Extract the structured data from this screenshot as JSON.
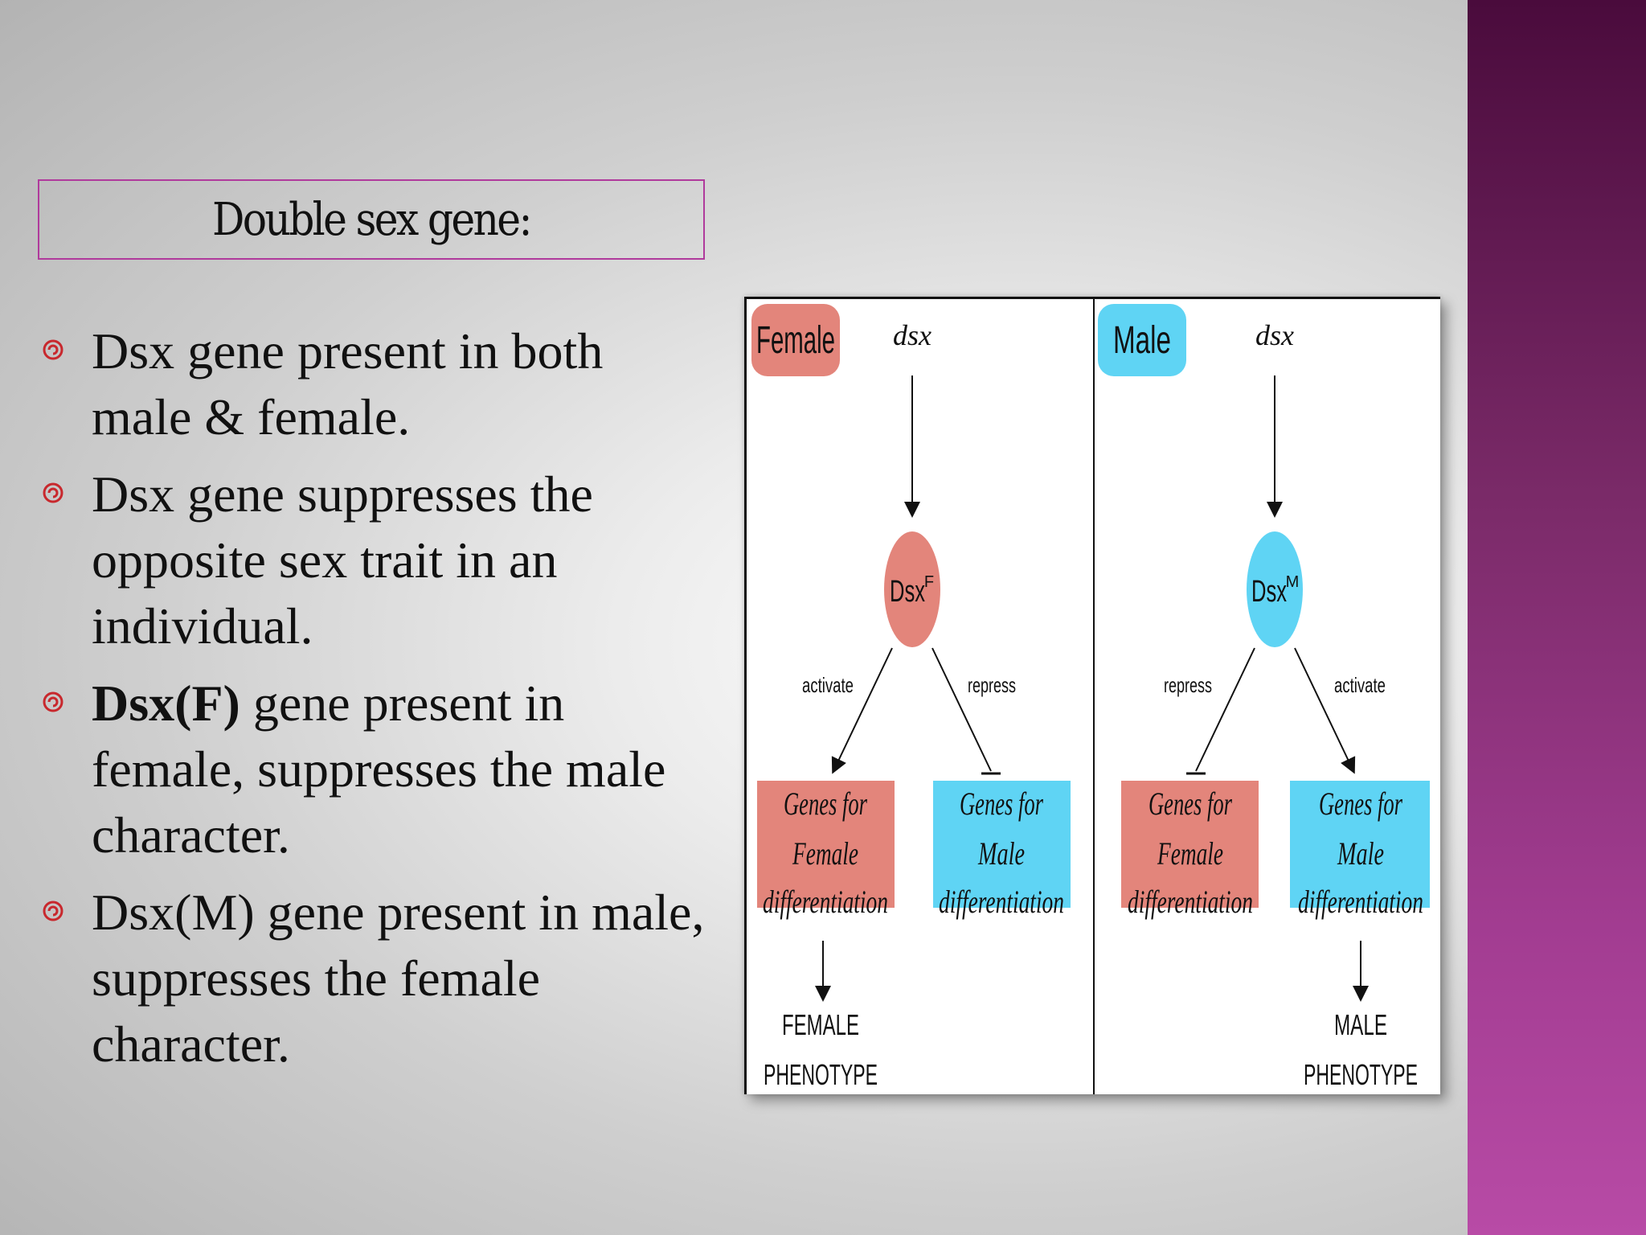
{
  "slide": {
    "title": "Double sex gene:",
    "colors": {
      "band_top": "#4a0b3c",
      "band_bottom": "#b84ba6",
      "title_border": "#b03a9c",
      "bullet_icon": "#c8282d"
    },
    "bullets": [
      {
        "bold": "",
        "text": "Dsx gene present in both male & female."
      },
      {
        "bold": "",
        "text": "Dsx gene suppresses the opposite sex trait in an individual."
      },
      {
        "bold": "Dsx(F)",
        "text": " gene present in female, suppresses the male character."
      },
      {
        "bold": "",
        "text": "Dsx(M) gene present in male, suppresses the female character."
      }
    ],
    "bullet_icon": "spiral-bullet-icon"
  },
  "diagram": {
    "colors": {
      "female": "#e3857b",
      "male": "#5fd4f4"
    },
    "female_panel": {
      "label": "Female",
      "gene": "dsx",
      "protein": "Dsx",
      "protein_sup": "F",
      "left_edge": "activate",
      "right_edge": "repress",
      "left_box": [
        "Genes for",
        "Female",
        "differentiation"
      ],
      "right_box": [
        "Genes for",
        "Male",
        "differentiation"
      ],
      "phenotype": [
        "FEMALE",
        "PHENOTYPE"
      ]
    },
    "male_panel": {
      "label": "Male",
      "gene": "dsx",
      "protein": "Dsx",
      "protein_sup": "M",
      "left_edge": "repress",
      "right_edge": "activate",
      "left_box": [
        "Genes for",
        "Female",
        "differentiation"
      ],
      "right_box": [
        "Genes for",
        "Male",
        "differentiation"
      ],
      "phenotype": [
        "MALE",
        "PHENOTYPE"
      ]
    }
  }
}
